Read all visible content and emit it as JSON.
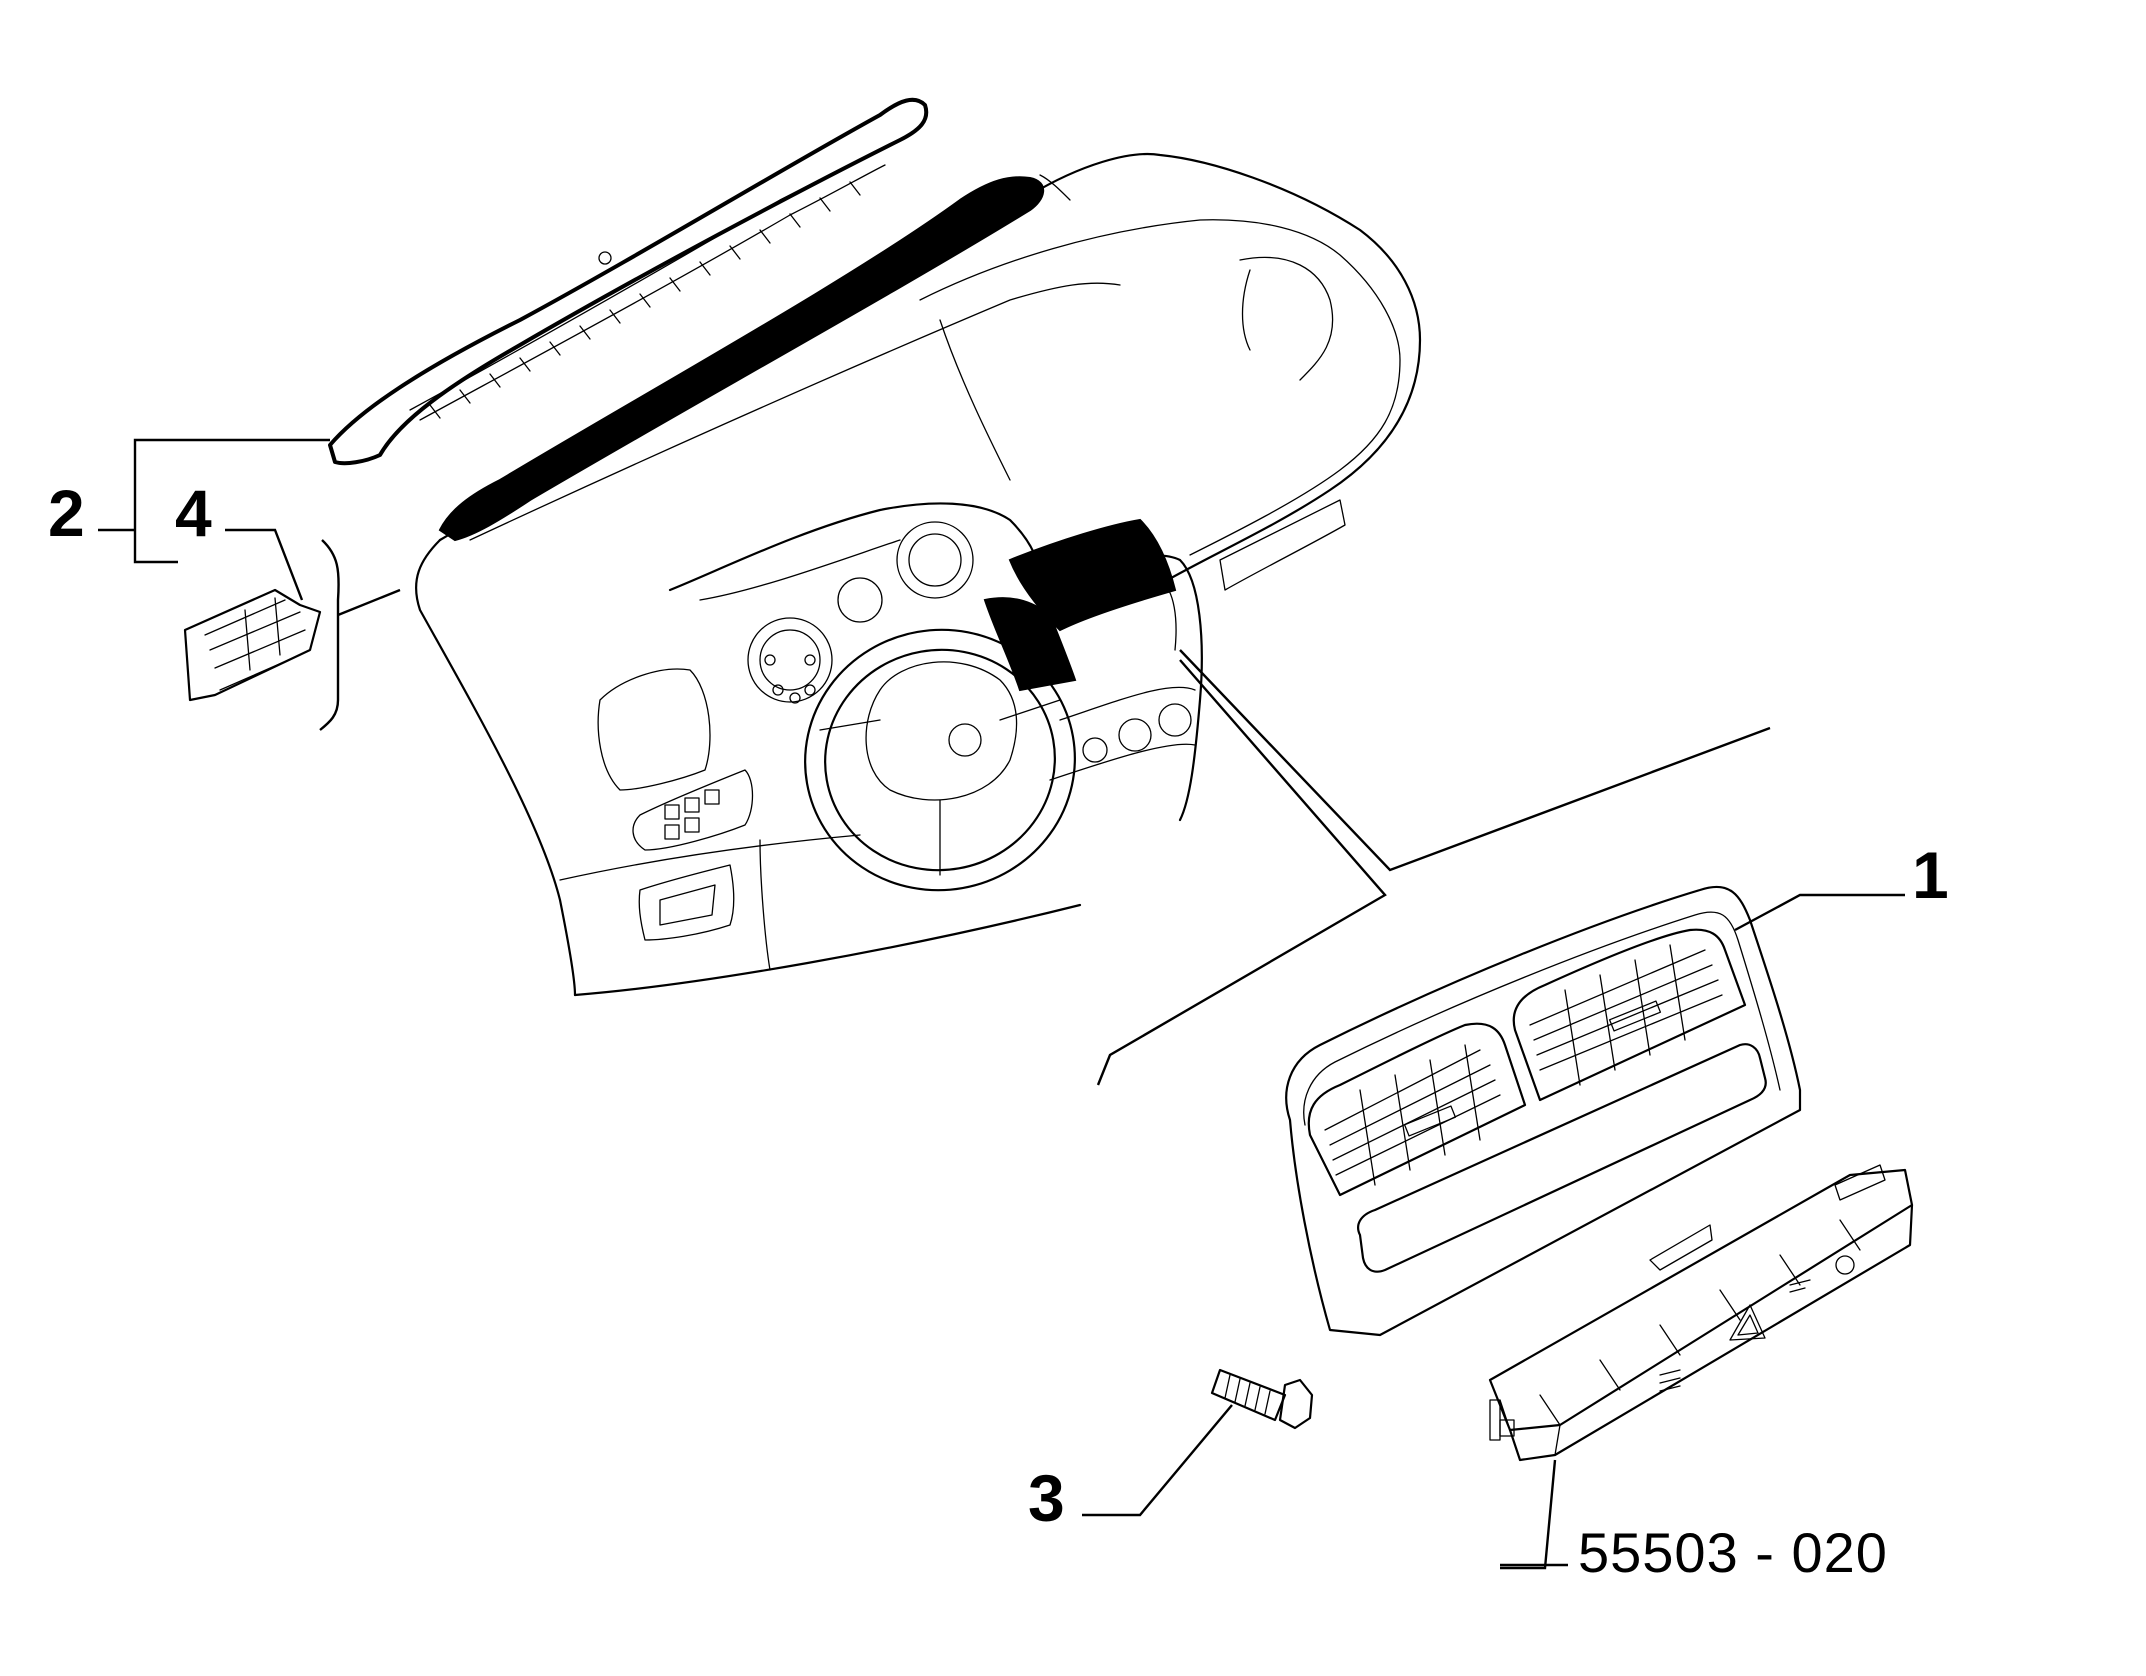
{
  "callouts": [
    {
      "id": "1",
      "label": "1"
    },
    {
      "id": "2",
      "label": "2"
    },
    {
      "id": "3",
      "label": "3"
    },
    {
      "id": "4",
      "label": "4"
    }
  ],
  "reference": {
    "code": "55503 - 020"
  },
  "colors": {
    "ink": "#000000",
    "paper": "#ffffff"
  }
}
